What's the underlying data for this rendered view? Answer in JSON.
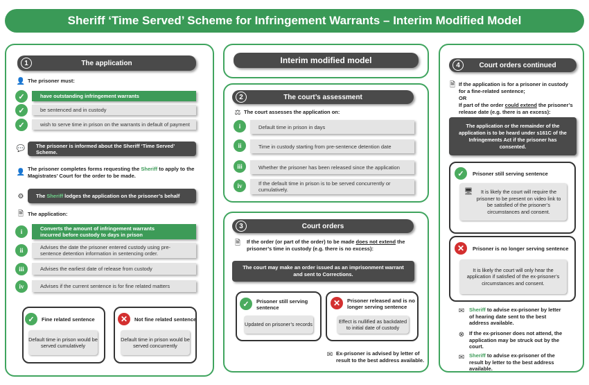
{
  "title": "Sheriff ‘Time Served’ Scheme for Infringement Warrants – Interim Modified Model",
  "colors": {
    "green": "#3a9a57",
    "dark": "#4a4a4a",
    "grey": "#e4e4e4",
    "red": "#d32f2f"
  },
  "center_title": "Interim modified model",
  "s1": {
    "num": "1",
    "heading": "The application",
    "must_label": "The prisoner must:",
    "must_items": [
      "have outstanding infringement warrants",
      "be sentenced and in custody",
      "wish to serve time in prison on the warrants in default of payment"
    ],
    "informed": "The prisoner is informed about the Sheriff ‘Time Served’ Scheme.",
    "forms_a": "The prisoner completes forms requesting the ",
    "forms_sheriff": "Sheriff",
    "forms_b": " to apply to the Magistrates’ Court for the order to be made.",
    "lodge_a": "The ",
    "lodge_sheriff": "Sheriff",
    "lodge_b": " lodges the application on the prisoner’s behalf",
    "application_label": "The application:",
    "app_items": [
      {
        "n": "i",
        "text": "Converts the amount of infringement warrants incurred before custody to days in prison"
      },
      {
        "n": "ii",
        "text": "Advises the date the prisoner entered custody using pre-sentence detention information in sentencing order."
      },
      {
        "n": "iii",
        "text": "Advises the earliest date of release from custody"
      },
      {
        "n": "iv",
        "text": "Advises if the current sentence is for fine related matters"
      }
    ],
    "fine": {
      "label": "Fine related sentence",
      "body": "Default time in prison would be served cumulatively"
    },
    "notfine": {
      "label": "Not fine related sentence",
      "body": "Default time in prison would be served concurrently"
    }
  },
  "s2": {
    "num": "2",
    "heading": "The court’s assessment",
    "intro": "The court assesses the application on:",
    "items": [
      {
        "n": "i",
        "text": "Default time in prison in days"
      },
      {
        "n": "ii",
        "text": "Time in custody starting from pre-sentence detention date"
      },
      {
        "n": "iii",
        "text": "Whether the prisoner has been released since the application"
      },
      {
        "n": "iv",
        "text": "If the default time in prison is to be served concurrently or cumulatively."
      }
    ]
  },
  "s3": {
    "num": "3",
    "heading": "Court orders",
    "cond_a": "If the order (or part of the order) to be made ",
    "cond_u": "does not extend",
    "cond_b": " the prisoner’s time in custody (e.g. there is no excess):",
    "order": "The court may make an order issued as an imprisonment warrant and sent to Corrections.",
    "serving": {
      "label": "Prisoner still serving sentence",
      "body": "Updated on prisoner’s records"
    },
    "released": {
      "label": "Prisoner released and is no longer serving sentence",
      "body": "Effect is nullified as backdated to initial date of custody"
    },
    "advised": "Ex-prisoner is advised by letter of result to the best address available."
  },
  "s4": {
    "num": "4",
    "heading": "Court orders continued",
    "cond1": "If the application is for a prisoner in custody for a fine-related sentence;",
    "or": "OR",
    "cond2_a": "If part of the order ",
    "cond2_u": "could extend",
    "cond2_b": " the prisoner’s release date (e.g. there is an excess):",
    "heard": "The application or the remainder of the application is to be heard under s161C of the Infringements Act if the prisoner has consented.",
    "serving": {
      "label": "Prisoner still serving sentence",
      "body": "It is likely the court will require the prisoner to be present on video link to be satisfied of the prisoner’s circumstances and consent."
    },
    "notserving": {
      "label": "Prisoner is no longer serving sentence",
      "body": "It is likely the court will only hear the application if satisfied of the ex-prisoner’s circumstances and consent."
    },
    "notes": [
      {
        "icon": "envelope-icon",
        "sheriff": "Sheriff",
        "text": " to advise ex-prisoner by letter of hearing date sent to the best address available."
      },
      {
        "icon": "cross-circle-icon",
        "sheriff": "",
        "text": "If the ex-prisoner does not attend, the application may be struck out by the court."
      },
      {
        "icon": "envelope-icon",
        "sheriff": "Sheriff",
        "text": " to advise ex-prisoner of the result by letter to the best address available."
      }
    ]
  }
}
